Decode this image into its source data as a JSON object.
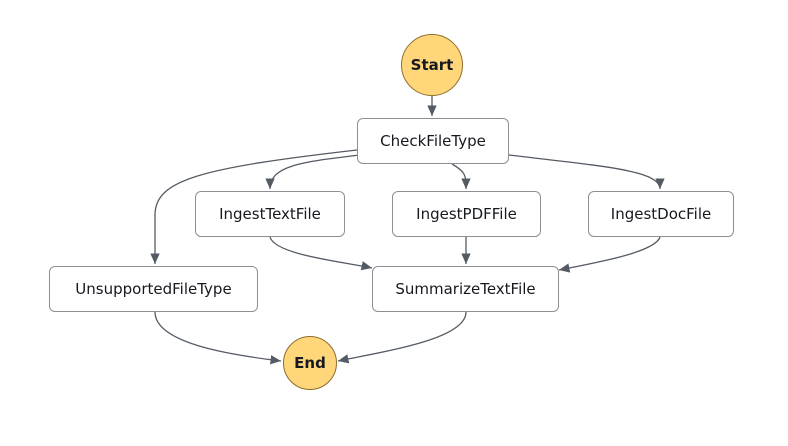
{
  "colors": {
    "terminal_fill": "#ffd77a",
    "terminal_border": "#8d6e2b",
    "task_border": "#8d9093",
    "edge": "#545b64"
  },
  "nodes": {
    "start": "Start",
    "check_file_type": "CheckFileType",
    "ingest_text_file": "IngestTextFile",
    "ingest_pdf_file": "IngestPDFFile",
    "ingest_doc_file": "IngestDocFile",
    "unsupported_file_type": "UnsupportedFileType",
    "summarize_text_file": "SummarizeTextFile",
    "end": "End"
  },
  "edges": [
    {
      "from": "start",
      "to": "check_file_type"
    },
    {
      "from": "check_file_type",
      "to": "unsupported_file_type"
    },
    {
      "from": "check_file_type",
      "to": "ingest_text_file"
    },
    {
      "from": "check_file_type",
      "to": "ingest_pdf_file"
    },
    {
      "from": "check_file_type",
      "to": "ingest_doc_file"
    },
    {
      "from": "ingest_text_file",
      "to": "summarize_text_file"
    },
    {
      "from": "ingest_pdf_file",
      "to": "summarize_text_file"
    },
    {
      "from": "ingest_doc_file",
      "to": "summarize_text_file"
    },
    {
      "from": "unsupported_file_type",
      "to": "end"
    },
    {
      "from": "summarize_text_file",
      "to": "end"
    }
  ]
}
